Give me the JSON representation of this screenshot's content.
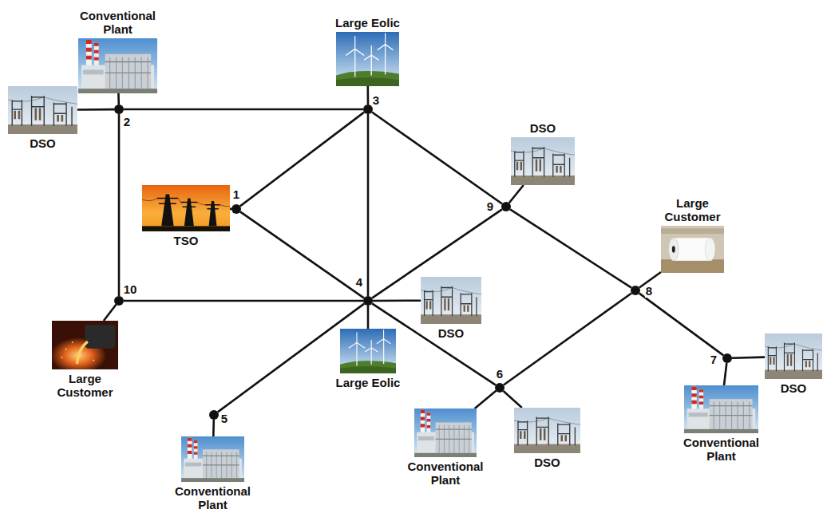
{
  "diagram": {
    "nodes": [
      {
        "text": [
          "Conventional Plant"
        ]
      },
      {
        "text": [
          "Large Eolic"
        ]
      },
      {
        "text": [
          "DSO"
        ]
      },
      {
        "text": [
          "2"
        ]
      },
      {
        "text": [
          "3"
        ]
      },
      {
        "text": [
          "DSO"
        ]
      },
      {
        "text": [
          "TSO"
        ]
      },
      {
        "text": [
          "1"
        ]
      },
      {
        "text": [
          "9"
        ]
      },
      {
        "text": [
          "Large Customer"
        ]
      },
      {
        "text": [
          "10"
        ]
      },
      {
        "text": [
          "4"
        ]
      },
      {
        "text": [
          "DSO"
        ]
      },
      {
        "text": [
          "8"
        ]
      },
      {
        "text": [
          "7"
        ]
      },
      {
        "text": [
          "DSO"
        ]
      },
      {
        "text": [
          "Large Eolic"
        ]
      },
      {
        "text": [
          "Large Customer"
        ]
      },
      {
        "text": [
          "6"
        ]
      },
      {
        "text": [
          "Conventional Plant"
        ]
      },
      {
        "text": [
          "DSO"
        ]
      },
      {
        "text": [
          "5"
        ]
      },
      {
        "text": [
          "Conventional Plant"
        ]
      },
      {
        "text": [
          "Conventional Plant"
        ]
      }
    ],
    "edges": [
      {
        "from": 3,
        "to": 4,
        "arrow": "none"
      },
      {
        "from": 3,
        "to": 10,
        "arrow": "none"
      },
      {
        "from": 4,
        "to": 7,
        "arrow": "none"
      },
      {
        "from": 7,
        "to": 11,
        "arrow": "none"
      },
      {
        "from": 4,
        "to": 11,
        "arrow": "none"
      },
      {
        "from": 4,
        "to": 8,
        "arrow": "none"
      },
      {
        "from": 8,
        "to": 13,
        "arrow": "none"
      },
      {
        "from": 10,
        "to": 11,
        "arrow": "none"
      },
      {
        "from": 11,
        "to": 8,
        "arrow": "none"
      },
      {
        "from": 11,
        "to": 21,
        "arrow": "none"
      },
      {
        "from": 11,
        "to": 18,
        "arrow": "none"
      },
      {
        "from": 18,
        "to": 13,
        "arrow": "none"
      },
      {
        "from": 13,
        "to": 14,
        "arrow": "none"
      },
      {
        "from": 0,
        "to": 3,
        "arrow": "none"
      },
      {
        "from": 2,
        "to": 3,
        "arrow": "none"
      },
      {
        "from": 1,
        "to": 4,
        "arrow": "none"
      },
      {
        "from": 5,
        "to": 8,
        "arrow": "none"
      },
      {
        "from": 6,
        "to": 7,
        "arrow": "none"
      },
      {
        "from": 9,
        "to": 13,
        "arrow": "none"
      },
      {
        "from": 17,
        "to": 10,
        "arrow": "none"
      },
      {
        "from": 12,
        "to": 11,
        "arrow": "none"
      },
      {
        "from": 16,
        "to": 11,
        "arrow": "none"
      },
      {
        "from": 23,
        "to": 21,
        "arrow": "none"
      },
      {
        "from": 19,
        "to": 18,
        "arrow": "none"
      },
      {
        "from": 20,
        "to": 18,
        "arrow": "none"
      },
      {
        "from": 15,
        "to": 14,
        "arrow": "none"
      },
      {
        "from": 22,
        "to": 14,
        "arrow": "none"
      }
    ]
  }
}
